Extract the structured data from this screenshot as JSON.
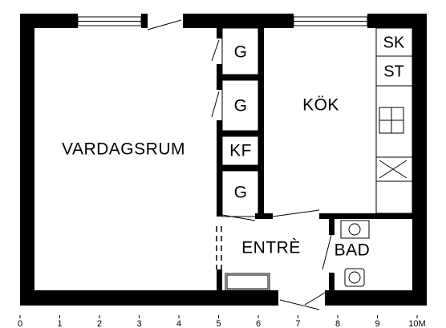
{
  "rooms": {
    "vardagsrum": "VARDAGSRUM",
    "kok": "KÖK",
    "entre": "ENTRÈ",
    "bad": "BAD",
    "kf": "KF",
    "g1": "G",
    "g2": "G",
    "g3": "G"
  },
  "kitchen_fixtures": {
    "sk": "SK",
    "st": "ST"
  },
  "scale": {
    "ticks": [
      "0",
      "1",
      "2",
      "3",
      "4",
      "5",
      "6",
      "7",
      "8",
      "9",
      "10M"
    ]
  },
  "colors": {
    "wall": "#000000",
    "background": "#ffffff"
  }
}
